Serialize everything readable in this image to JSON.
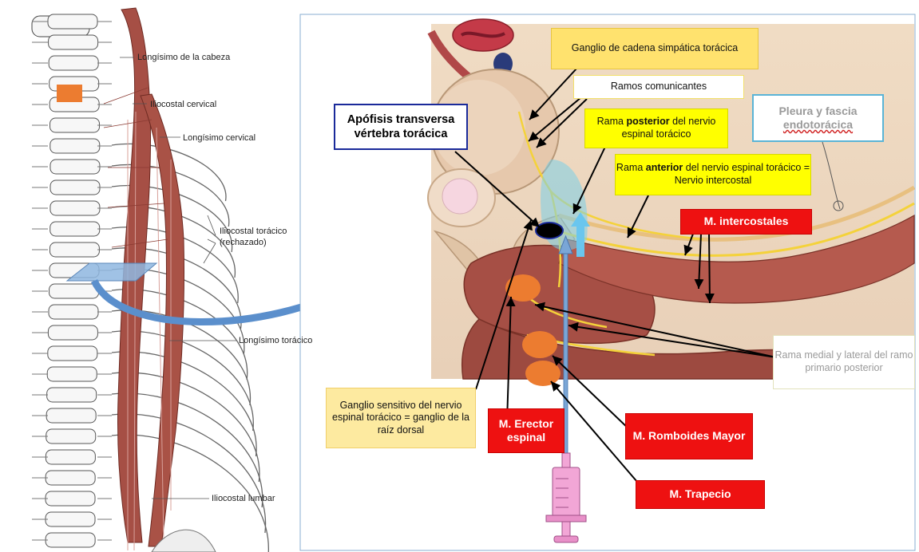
{
  "left_labels": {
    "longisimo_cabeza": "Longísimo de la cabeza",
    "iliocostal_cervical": "Iliocostal cervical",
    "longisimo_cervical": "Longísimo cervical",
    "iliocostal_toracico": "Iliocostal torácico\n(rechazado)",
    "longisimo_toracico": "Longísimo torácico",
    "iliocostal_lumbar": "Iliocostal lumbar"
  },
  "callouts": {
    "ganglio_cadena": "Ganglio  de cadena simpática torácica",
    "ramos_comunicantes": "Ramos comunicantes",
    "apofisis": "Apófisis transversa vértebra torácica",
    "rama_posterior": {
      "pre": "Rama ",
      "bold": "posterior",
      "post": " del nervio espinal torácico"
    },
    "pleura_1": "Pleura y fascia",
    "pleura_2": "endotorácica",
    "rama_anterior": {
      "pre": "Rama ",
      "bold": "anterior",
      "post": " del nervio espinal torácico = Nervio intercostal"
    },
    "intercostales": "M.  intercostales",
    "rama_medial": "Rama medial y lateral del ramo primario posterior",
    "ganglio_sensitivo": "Ganglio sensitivo del nervio espinal torácico = ganglio de la raíz dorsal",
    "erector": "M.  Erector espinal",
    "romboides": "M.  Romboides Mayor",
    "trapecio": "M.  Trapecio"
  },
  "colors": {
    "muscle": "#a64f45",
    "red_box": "#ee1111",
    "yellow_box": "#ffff00",
    "cream_box": "#fdeaa0",
    "marker_orange": "#ec7c30",
    "needle_blue": "#7aa6d6",
    "syringe_pink": "#f2a6d6",
    "nerve_yellow": "#f4d23a",
    "dark_blue": "#1a2a9a",
    "light_blue": "#5ab4d6"
  }
}
